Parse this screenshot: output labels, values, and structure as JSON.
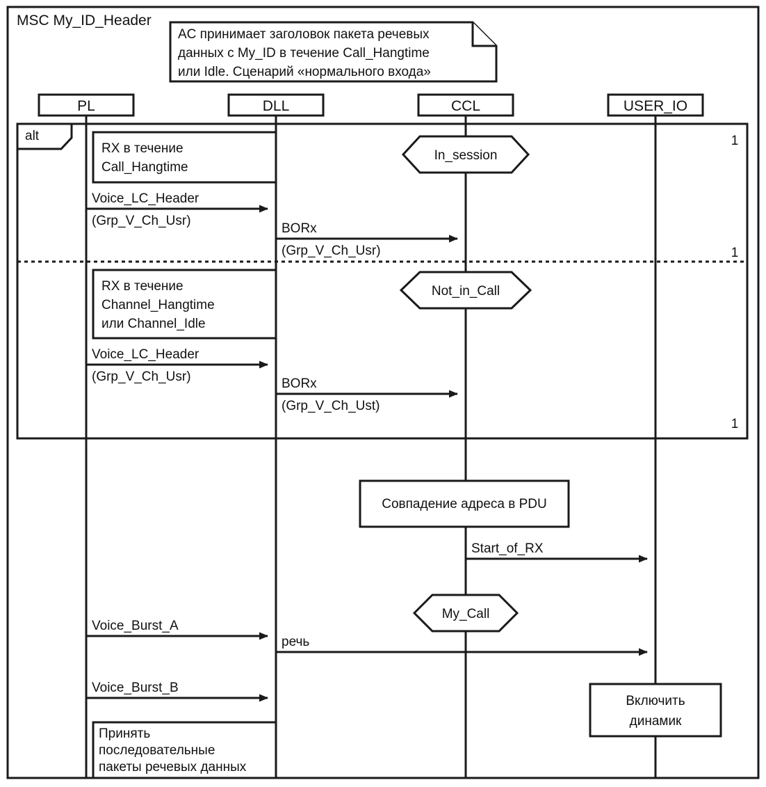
{
  "diagram": {
    "kind": "msc-sequence-diagram",
    "title": "MSC My_ID_Header",
    "note": {
      "lines": [
        "AC принимает заголовок пакета речевых",
        "данных с My_ID в течение Call_Hangtime",
        "или Idle. Сценарий «нормального входа»"
      ]
    },
    "lifelines": [
      {
        "name": "PL"
      },
      {
        "name": "DLL"
      },
      {
        "name": "CCL"
      },
      {
        "name": "USER_IO"
      }
    ],
    "alt_fragment": {
      "operator": "alt",
      "operand_labels": [
        "1",
        "1",
        "1"
      ]
    },
    "states": [
      {
        "label": "In_session"
      },
      {
        "label": "Not_in_Call"
      },
      {
        "label": "My_Call"
      }
    ],
    "actions": [
      {
        "lines": [
          "RX в течение",
          "Call_Hangtime"
        ]
      },
      {
        "lines": [
          "RX в течение",
          "Channel_Hangtime",
          "или Channel_Idle"
        ]
      },
      {
        "lines": [
          "Совпадение адреса в PDU"
        ]
      },
      {
        "lines": [
          "Включить",
          "динамик"
        ]
      },
      {
        "lines": [
          "Принять",
          "последовательные",
          "пакеты речевых данных"
        ]
      }
    ],
    "messages": [
      {
        "label": "Voice_LC_Header",
        "sublabel": "(Grp_V_Ch_Usr)",
        "from": "PL",
        "to": "DLL"
      },
      {
        "label": "BORx",
        "sublabel": "(Grp_V_Ch_Usr)",
        "from": "DLL",
        "to": "CCL"
      },
      {
        "label": "Voice_LC_Header",
        "sublabel": "(Grp_V_Ch_Usr)",
        "from": "PL",
        "to": "DLL"
      },
      {
        "label": "BORx",
        "sublabel": "(Grp_V_Ch_Ust)",
        "from": "DLL",
        "to": "CCL"
      },
      {
        "label": "Start_of_RX",
        "sublabel": "",
        "from": "CCL",
        "to": "USER_IO"
      },
      {
        "label": "Voice_Burst_A",
        "sublabel": "",
        "from": "PL",
        "to": "DLL"
      },
      {
        "label": "речь",
        "sublabel": "",
        "from": "DLL",
        "to": "USER_IO"
      },
      {
        "label": "Voice_Burst_B",
        "sublabel": "",
        "from": "PL",
        "to": "DLL"
      }
    ],
    "colors": {
      "stroke": "#1a1a1a",
      "background": "#ffffff",
      "text": "#111111"
    }
  }
}
